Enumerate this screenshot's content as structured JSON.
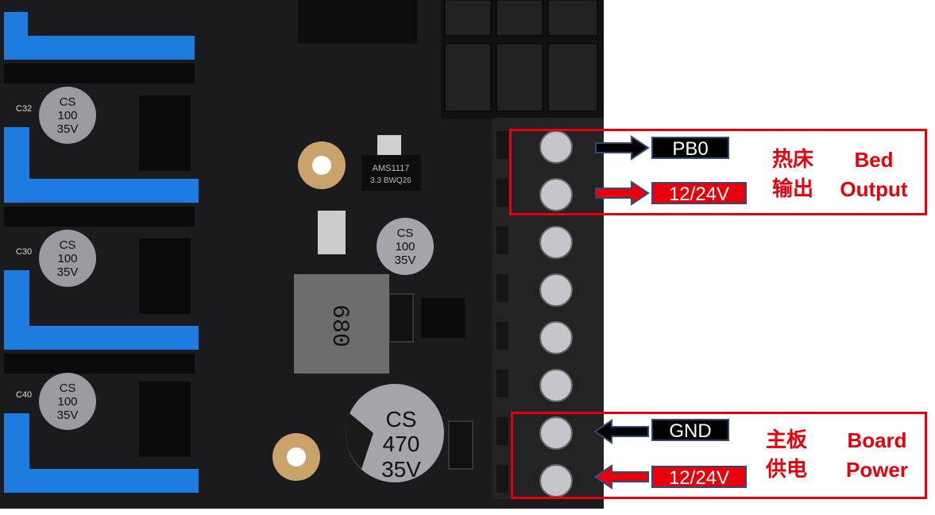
{
  "board": {
    "capacitor_small": [
      "CS",
      "100",
      "35V"
    ],
    "capacitor_large": [
      "CS",
      "470",
      "35V"
    ],
    "regulator": "AMS1117",
    "regulator_sub": "3.3 BWQ26",
    "inductor": "680",
    "capacitor_labels": [
      "C32",
      "C30",
      "C40"
    ]
  },
  "bed_output": {
    "signal_label": "PB0",
    "power_label": "12/24V",
    "title_cn_line1": "热床",
    "title_cn_line2": "输出",
    "title_en_line1": "Bed",
    "title_en_line2": "Output"
  },
  "board_power": {
    "gnd_label": "GND",
    "power_label": "12/24V",
    "title_cn_line1": "主板",
    "title_cn_line2": "供电",
    "title_en_line1": "Board",
    "title_en_line2": "Power"
  },
  "colors": {
    "annotation_red": "#e8000b",
    "header_blue": "#1e7be0",
    "pcb": "#1b1b1d"
  }
}
